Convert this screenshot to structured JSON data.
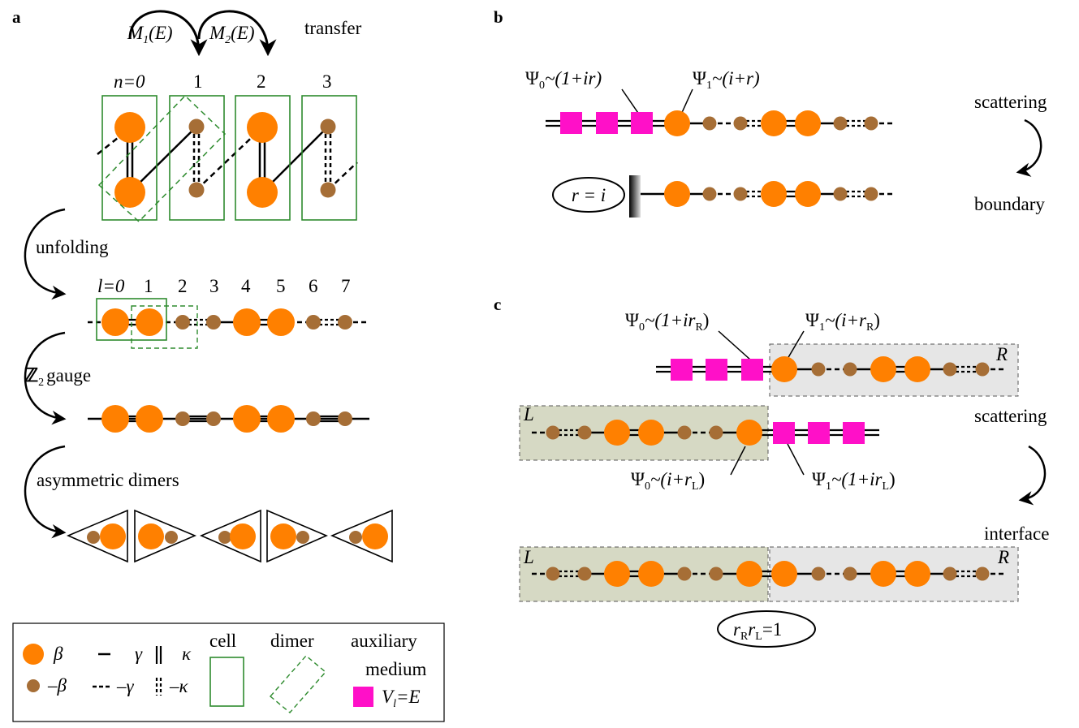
{
  "colors": {
    "big_site": "#ff8000",
    "small_site": "#a66e36",
    "aux_medium": "#ff10c8",
    "cell_box": "#2e8b2e",
    "region_L": "#d6d9c4",
    "region_R": "#e6e6e6"
  },
  "panel_a": {
    "panel_label": "a",
    "transfer_label": "transfer",
    "M1": {
      "base": "M",
      "sub": "1",
      "arg": "(E)"
    },
    "M2": {
      "base": "M",
      "sub": "2",
      "arg": "(E)"
    },
    "n_labels": [
      "n=0",
      "1",
      "2",
      "3"
    ],
    "unfolding_label": "unfolding",
    "l_labels": [
      "l=0",
      "1",
      "2",
      "3",
      "4",
      "5",
      "6",
      "7"
    ],
    "gauge_label": {
      "symbol": "ℤ",
      "sub": "2",
      "text": "gauge"
    },
    "asym_label": "asymmetric dimers",
    "legend": {
      "beta": "β",
      "minus_beta": "–β",
      "gamma": "γ",
      "minus_gamma": "–γ",
      "kappa": "κ",
      "minus_kappa": "–κ",
      "cell": "cell",
      "dimer": "dimer",
      "auxiliary": "auxiliary",
      "medium": "medium",
      "V_base": "V",
      "V_sub": "l",
      "V_rest": "=E"
    }
  },
  "panel_b": {
    "panel_label": "b",
    "psi0": {
      "sub": "0",
      "expr": "~(1+ir)"
    },
    "psi1": {
      "sub": "1",
      "expr": "~(i+r)"
    },
    "condition": "r = i",
    "scattering": "scattering",
    "boundary": "boundary"
  },
  "panel_c": {
    "panel_label": "c",
    "psi0_R": {
      "sub": "0",
      "expr": "~(1+ir",
      "idx": "R",
      "close": ")"
    },
    "psi1_R": {
      "sub": "1",
      "expr": "~(i+r",
      "idx": "R",
      "close": ")"
    },
    "psi0_L": {
      "sub": "0",
      "expr": "~(i+r",
      "idx": "L",
      "close": ")"
    },
    "psi1_L": {
      "sub": "1",
      "expr": "~(1+ir",
      "idx": "L",
      "close": ")"
    },
    "region_L": "L",
    "region_R": "R",
    "scattering": "scattering",
    "interface": "interface",
    "condition": {
      "r1": "r",
      "s1": "R",
      "r2": "r",
      "s2": "L",
      "rest": "=1"
    }
  }
}
